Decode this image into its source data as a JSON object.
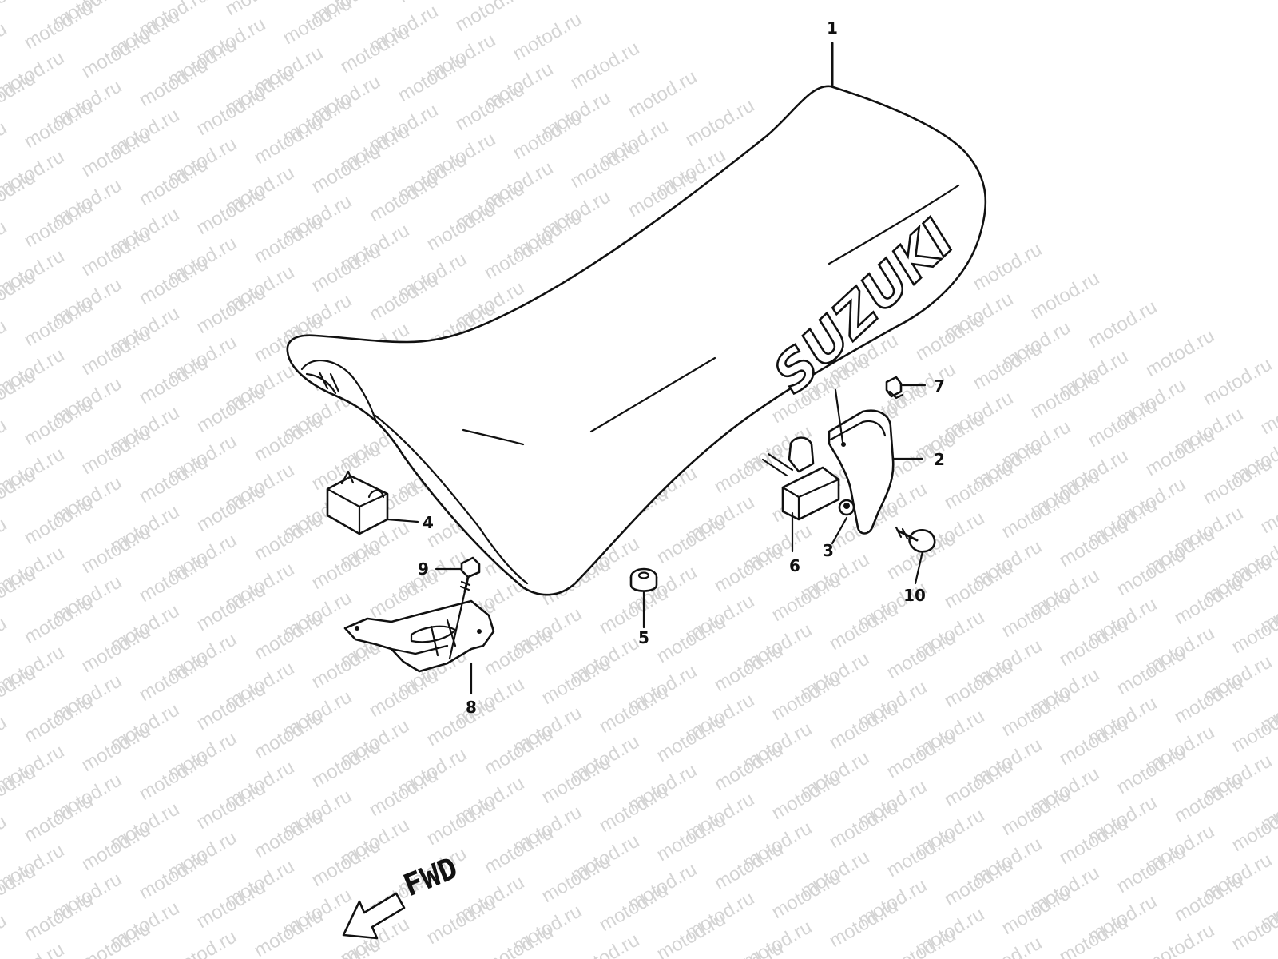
{
  "watermark": "motod.ru",
  "brand_text": "SUZUKI",
  "direction_label": "FWD",
  "callouts": [
    "1",
    "2",
    "3",
    "4",
    "5",
    "6",
    "7",
    "8",
    "9",
    "10"
  ]
}
